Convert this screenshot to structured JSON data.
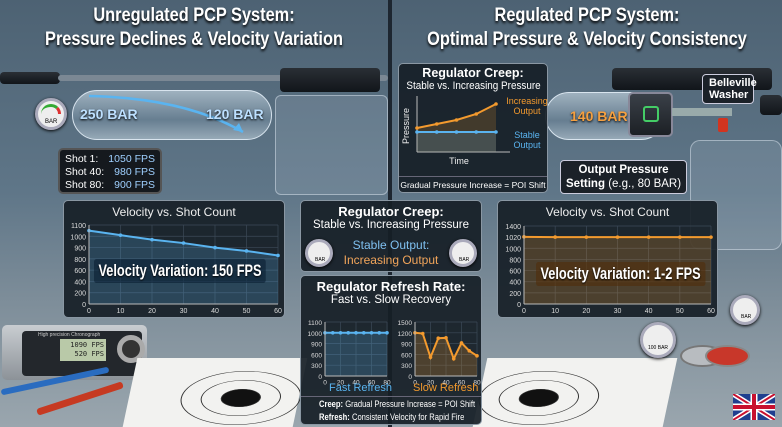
{
  "left": {
    "title1": "Unregulated PCP System:",
    "title2": "Pressure Declines & Velocity Variation",
    "tank_start": "250 BAR",
    "tank_end": "120 BAR",
    "gauge_label": "BAR",
    "shots": [
      {
        "label": "Shot  1:",
        "value": "1050 FPS"
      },
      {
        "label": "Shot 40:",
        "value": "980 FPS"
      },
      {
        "label": "Shot 80:",
        "value": "900 FPS"
      }
    ],
    "chronograph": {
      "brand": "High precision Chronograph",
      "reading1": "1090 FPS",
      "reading2": "520 FPS"
    },
    "variation": "Velocity Variation: 150 FPS"
  },
  "center": {
    "creep_title": "Regulator Creep:",
    "creep_sub": "Stable vs. Increasing Pressure",
    "stable": "Stable Output:",
    "increasing": "Increasing Output",
    "gauge_label": "BAR",
    "refresh_title": "Regulator Refresh Rate:",
    "refresh_sub": "Fast vs. Slow Recovery",
    "fast": "Fast Refresh",
    "slow": "Slow Refresh",
    "note1_key": "Creep:",
    "note1": "Gradual Pressure Increase = POI Shift",
    "note2_key": "Refresh:",
    "note2": "Consistent Velocity for Rapid Fire"
  },
  "right": {
    "title1": "Regulated PCP System:",
    "title2": "Optimal Pressure & Velocity Consistency",
    "creep_title": "Regulator Creep:",
    "creep_sub": "Stable vs. Increasing Pressure",
    "increasing": "Increasing Output",
    "stable": "Stable Output",
    "ylabel": "Pressure",
    "xlabel": "Time",
    "creep_note": "Gradual Pressure Increase = POI Shift",
    "tank": "140 BAR",
    "washer": "Belleville Washer",
    "output_setting_bold": "Output Pressure",
    "output_setting_key": "Setting",
    "output_setting": "(e.g., 80 BAR)",
    "variation": "Velocity Variation: 1-2 FPS",
    "gauge_label": "100 BAR",
    "gauge2_label": "BAR"
  },
  "colors": {
    "blue": "#5ab4f0",
    "orange": "#f39a2e",
    "bg": "#5f7688"
  },
  "chart_data": [
    {
      "id": "left",
      "type": "line",
      "title": "Velocity vs. Shot Count",
      "x": [
        0,
        10,
        20,
        30,
        40,
        50,
        60
      ],
      "y": [
        1050,
        1010,
        970,
        940,
        900,
        870,
        830
      ],
      "yticks": [
        0,
        200,
        400,
        600,
        800,
        900,
        1000,
        1100
      ],
      "xticks": [
        0,
        10,
        20,
        30,
        40,
        50,
        60
      ],
      "color": "#5ab4f0"
    },
    {
      "id": "right",
      "type": "line",
      "title": "Velocity vs. Shot Count",
      "x": [
        0,
        10,
        20,
        30,
        40,
        50,
        60
      ],
      "y": [
        1030,
        1022,
        1021,
        1021,
        1021,
        1021,
        1021
      ],
      "yticks": [
        0,
        200,
        400,
        600,
        800,
        1000,
        1020,
        1400
      ],
      "xticks": [
        0,
        10,
        20,
        30,
        40,
        50,
        60
      ],
      "color": "#f39a2e"
    },
    {
      "id": "fast",
      "type": "line",
      "title": "Fast Refresh",
      "x": [
        0,
        10,
        20,
        30,
        40,
        50,
        60,
        70,
        80
      ],
      "y": [
        1000,
        1000,
        1000,
        1000,
        1000,
        1000,
        1000,
        1000,
        1000
      ],
      "yticks": [
        0,
        300,
        600,
        900,
        1000,
        1100
      ],
      "xticks": [
        0,
        20,
        40,
        60,
        80
      ],
      "color": "#5ab4f0"
    },
    {
      "id": "slow",
      "type": "line",
      "title": "Slow Refresh",
      "x": [
        0,
        10,
        20,
        30,
        40,
        50,
        60,
        70,
        80
      ],
      "y": [
        1200,
        1180,
        520,
        1050,
        1060,
        480,
        920,
        700,
        560
      ],
      "yticks": [
        0,
        300,
        600,
        900,
        1200,
        1500
      ],
      "xticks": [
        0,
        20,
        40,
        60,
        80
      ],
      "color": "#f39a2e"
    },
    {
      "id": "creep",
      "type": "line",
      "title": "Regulator Creep",
      "x": [
        0,
        1,
        2,
        3,
        4
      ],
      "series": [
        {
          "name": "Increasing Output",
          "y": [
            1.1,
            1.2,
            1.3,
            1.45,
            1.7
          ],
          "color": "#f39a2e"
        },
        {
          "name": "Stable Output",
          "y": [
            1,
            1,
            1,
            1,
            1
          ],
          "color": "#5ab4f0"
        }
      ],
      "xlabel": "Time",
      "ylabel": "Pressure"
    }
  ]
}
